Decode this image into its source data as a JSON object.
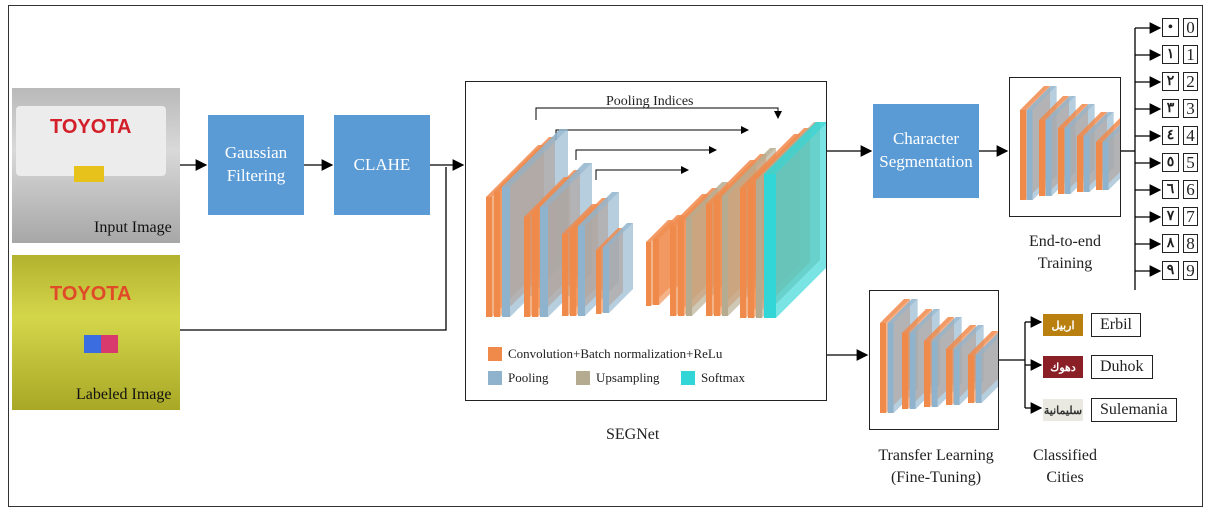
{
  "inputs": {
    "input_caption": "Input Image",
    "labeled_caption": "Labeled Image",
    "brand_text": "TOYOTA"
  },
  "steps": {
    "gaussian": "Gaussian Filtering",
    "clahe": "CLAHE",
    "segmentation": "Character Segmentation"
  },
  "segnet": {
    "pooling_indices": "Pooling Indices",
    "caption": "SEGNet",
    "legend": {
      "conv": "Convolution+Batch normalization+ReLu",
      "pooling": "Pooling",
      "upsampling": "Upsampling",
      "softmax": "Softmax"
    },
    "colors": {
      "conv": "#f08a4b",
      "pooling": "#8fb3cc",
      "upsampling": "#b5ab91",
      "softmax": "#33d6d6"
    }
  },
  "training": {
    "end_to_end": "End-to-end Training",
    "transfer": "Transfer Learning (Fine-Tuning)",
    "classified": "Classified Cities"
  },
  "digits": [
    "0",
    "1",
    "2",
    "3",
    "4",
    "5",
    "6",
    "7",
    "8",
    "9"
  ],
  "arabic_digits": [
    "•",
    "١",
    "٢",
    "٣",
    "٤",
    "٥",
    "٦",
    "٧",
    "٨",
    "٩"
  ],
  "cities": [
    "Erbil",
    "Duhok",
    "Sulemania"
  ],
  "city_plate_text": [
    "اربيل",
    "دهوك",
    "سليمانية"
  ]
}
